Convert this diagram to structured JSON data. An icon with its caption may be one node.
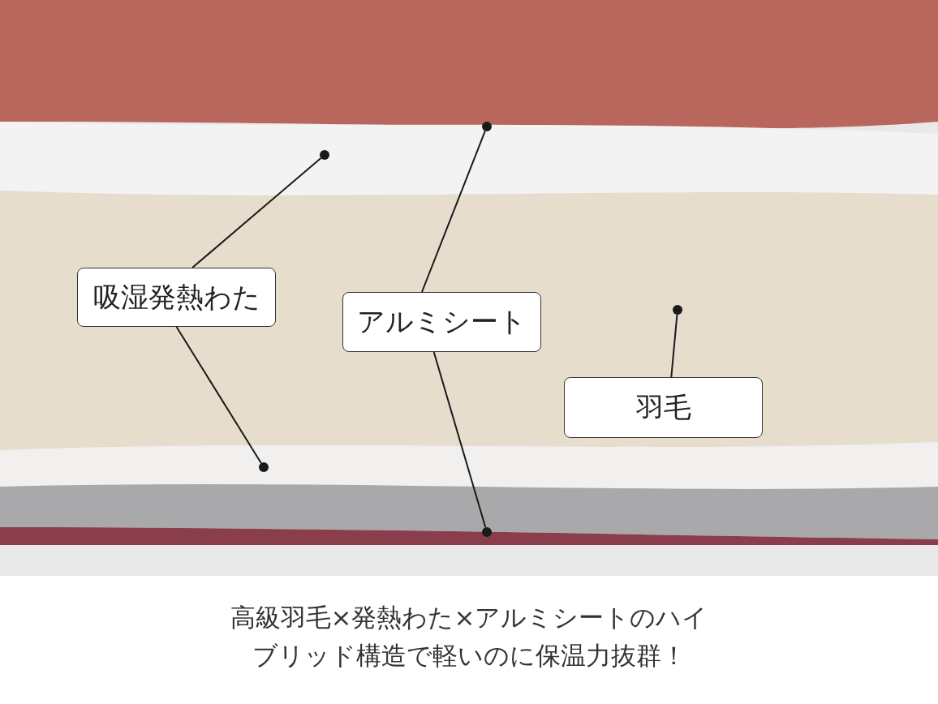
{
  "diagram": {
    "caption": "高級羽毛×発熱わた×アルミシートのハイブリッド構造で軽いのに保温力抜群！",
    "nodes": [
      {
        "text": [
          "吸湿発熱わた"
        ]
      },
      {
        "text": [
          "アルミシート"
        ]
      },
      {
        "text": [
          "羽毛"
        ]
      },
      {
        "text": [],
        "shape": "circle"
      },
      {
        "text": [],
        "shape": "circle"
      },
      {
        "text": [],
        "shape": "circle"
      },
      {
        "text": [],
        "shape": "circle"
      },
      {
        "text": [],
        "shape": "circle"
      }
    ],
    "edges": [
      {
        "from": 0,
        "to": 3,
        "arrow": "none"
      },
      {
        "from": 0,
        "to": 4,
        "arrow": "none"
      },
      {
        "from": 1,
        "to": 5,
        "arrow": "none"
      },
      {
        "from": 1,
        "to": 6,
        "arrow": "none"
      },
      {
        "from": 2,
        "to": 7,
        "arrow": "none"
      }
    ]
  }
}
